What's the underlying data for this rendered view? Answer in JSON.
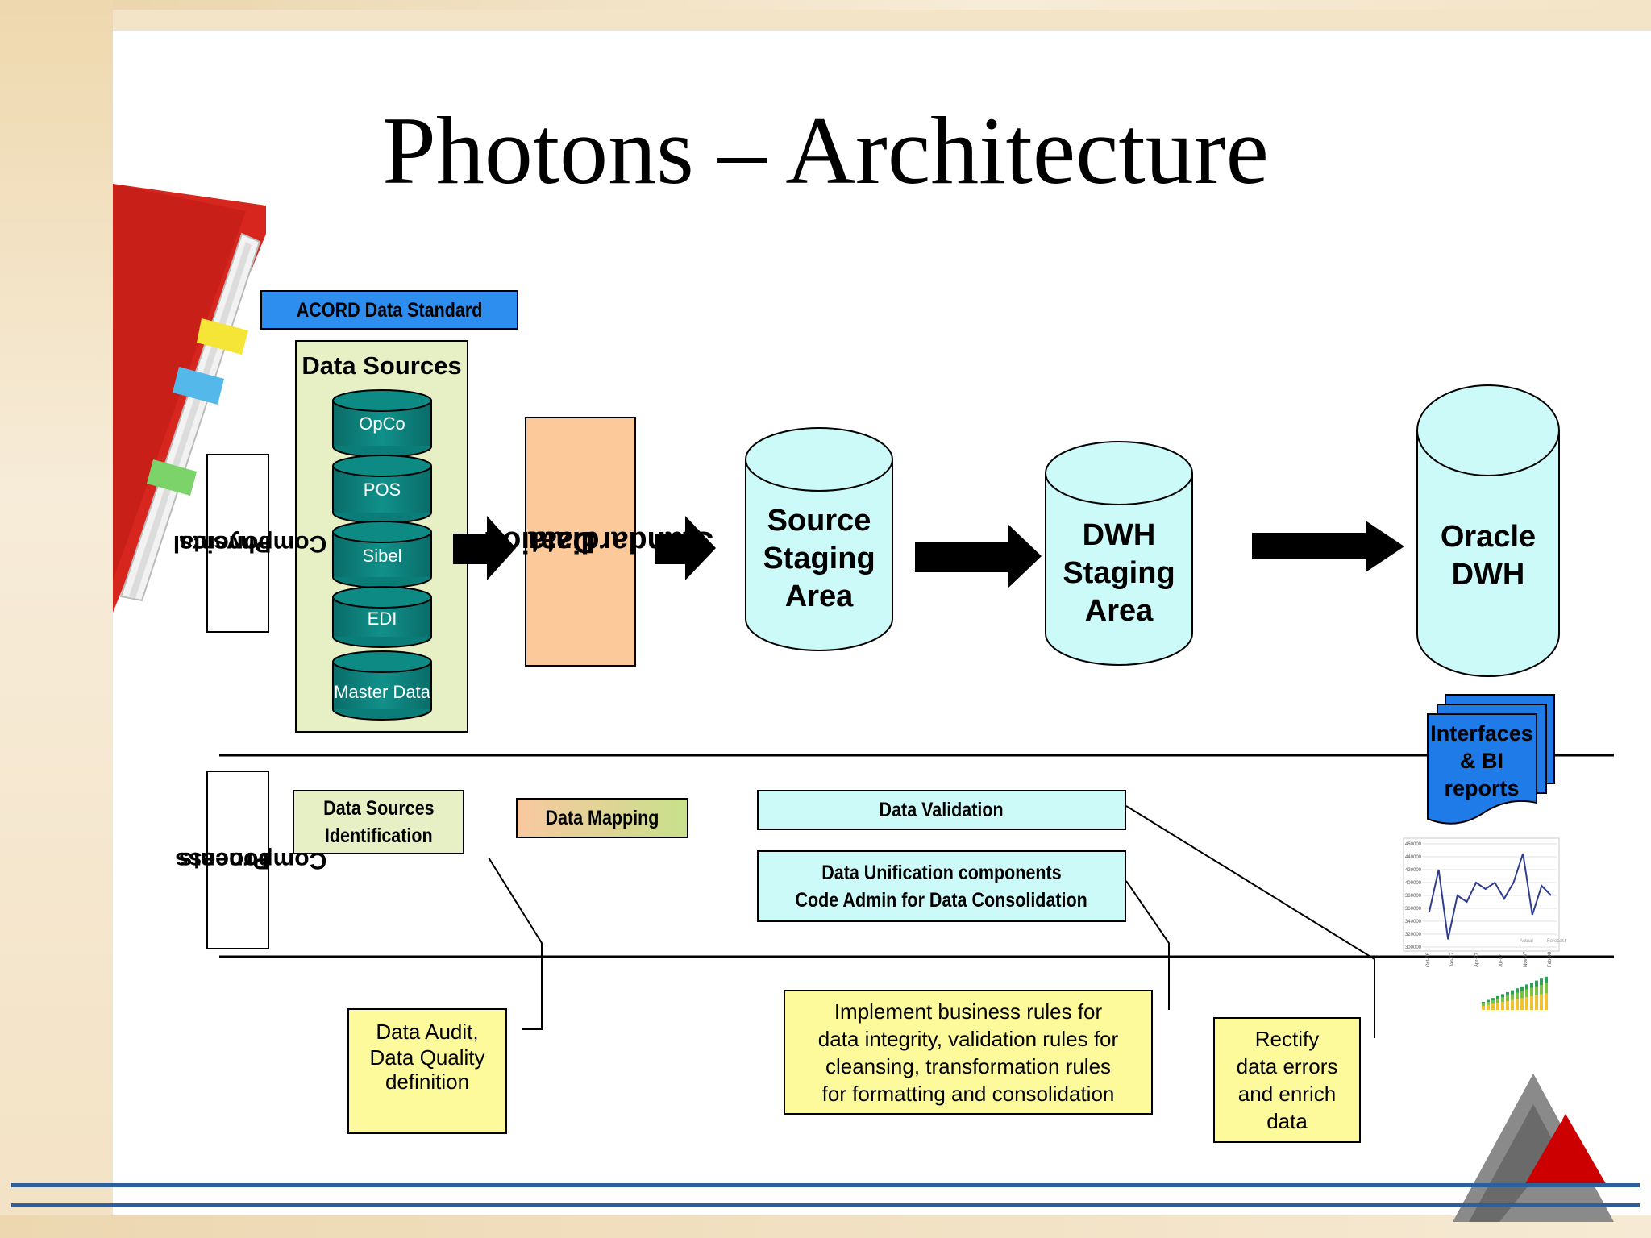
{
  "title": "Photons – Architecture",
  "labels": {
    "physical": [
      "Physical",
      "Components"
    ],
    "process": [
      "Process",
      "Components"
    ]
  },
  "acord": "ACORD Data Standard",
  "data_sources": {
    "title": "Data Sources",
    "items": [
      "OpCo",
      "POS",
      "Sibel",
      "EDI",
      "Master Data"
    ]
  },
  "standardization": [
    "Data",
    "Standardization"
  ],
  "cylinders": {
    "source_staging": [
      "Source",
      "Staging",
      "Area"
    ],
    "dwh_staging": [
      "DWH",
      "Staging",
      "Area"
    ],
    "oracle_dwh": [
      "Oracle",
      "DWH"
    ]
  },
  "interfaces": [
    "Interfaces",
    "& BI",
    "reports"
  ],
  "process": {
    "sources_identification": [
      "Data Sources",
      "Identification"
    ],
    "mapping": "Data Mapping",
    "validation": "Data Validation",
    "unification": [
      "Data Unification components",
      "Code Admin for Data Consolidation"
    ]
  },
  "notes": {
    "audit": [
      "Data Audit,",
      "Data Quality",
      "definition"
    ],
    "business_rules": [
      "Implement business rules for",
      "data integrity, validation rules for",
      "cleansing, transformation rules",
      "for formatting and consolidation"
    ],
    "rectify": [
      "Rectify",
      "data errors",
      "and enrich",
      "data"
    ]
  },
  "mini_chart": {
    "y_ticks": [
      "460000",
      "440000",
      "420000",
      "400000",
      "380000",
      "360000",
      "340000",
      "320000",
      "300000"
    ],
    "x_ticks": [
      "Oct-06",
      "Jan-07",
      "Apr-07",
      "Jul-07",
      "Nov-07",
      "Feb-08"
    ],
    "legend": [
      "Actual",
      "Forecast"
    ],
    "line_values": [
      355000,
      420000,
      312000,
      380000,
      370000,
      400000,
      390000,
      400000,
      375000,
      400000,
      445000,
      350000,
      395000,
      380000
    ]
  },
  "colors": {
    "acord_blue": "#2e8ef0",
    "sources_green": "#e6f0c4",
    "db_teal": "#0b7d78",
    "standardization_orange": "#fbc99a",
    "cylinder_cyan": "#ccfaf8",
    "note_yellow": "#fdfa9c",
    "interfaces_blue": "#1e7be8"
  }
}
